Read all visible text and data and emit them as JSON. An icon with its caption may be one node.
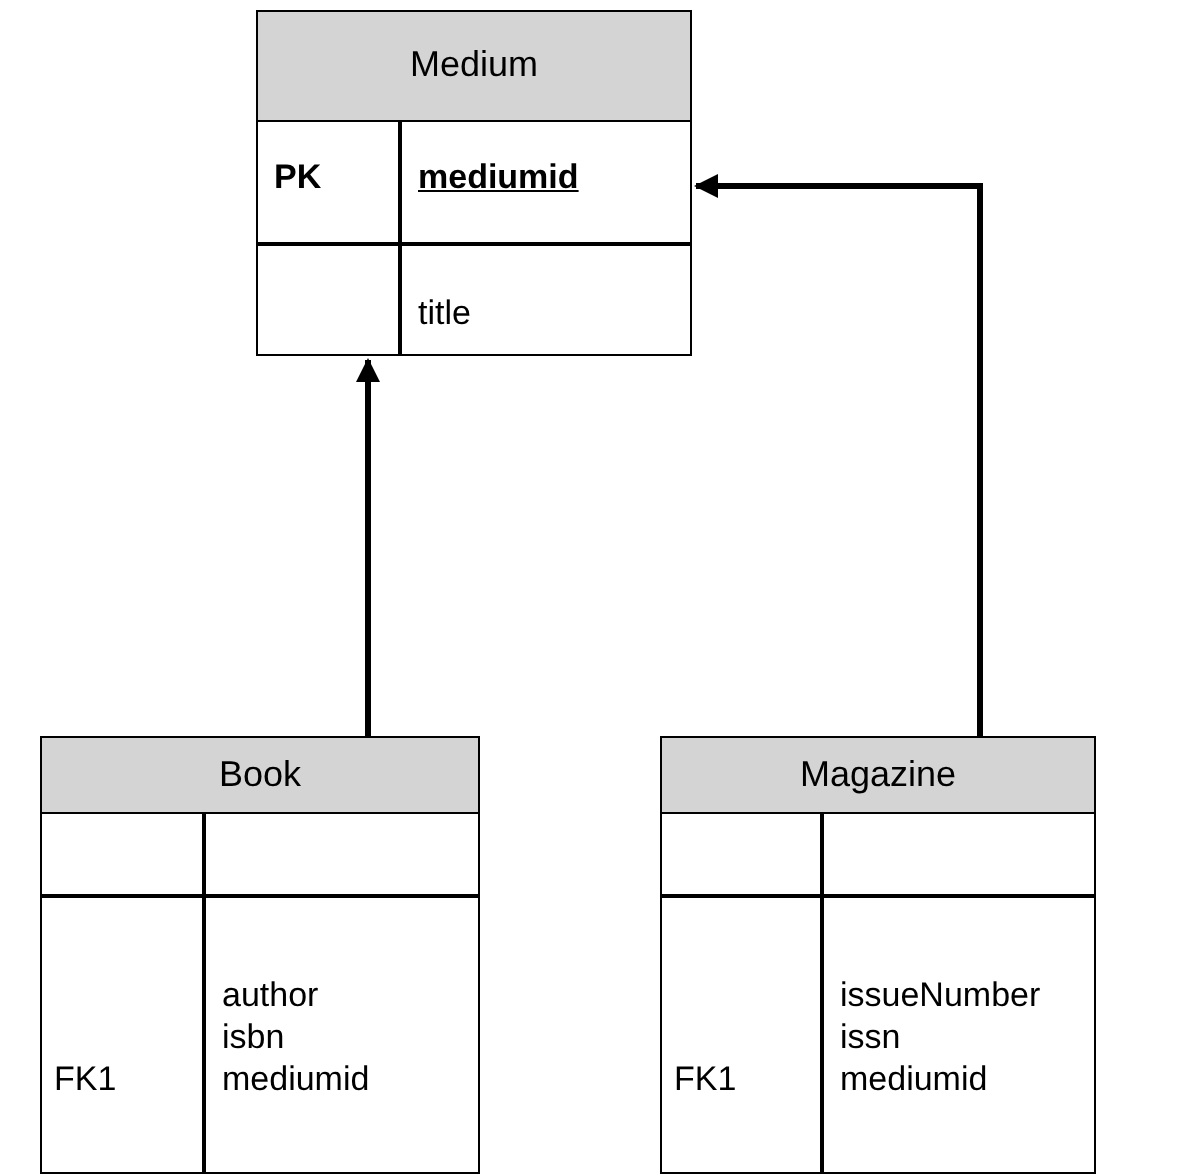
{
  "diagram": {
    "nodes": [
      {
        "text": [
          "Medium",
          "PK",
          "mediumid",
          "title"
        ]
      },
      {
        "text": [
          "Book",
          "FK1",
          "author isbn mediumid"
        ]
      },
      {
        "text": [
          "Magazine",
          "FK1",
          "issueNumber issn mediumid"
        ]
      }
    ],
    "edges": [
      {
        "from": 1,
        "to": 0,
        "arrow": "to"
      },
      {
        "from": 2,
        "to": 0,
        "arrow": "to"
      }
    ]
  }
}
